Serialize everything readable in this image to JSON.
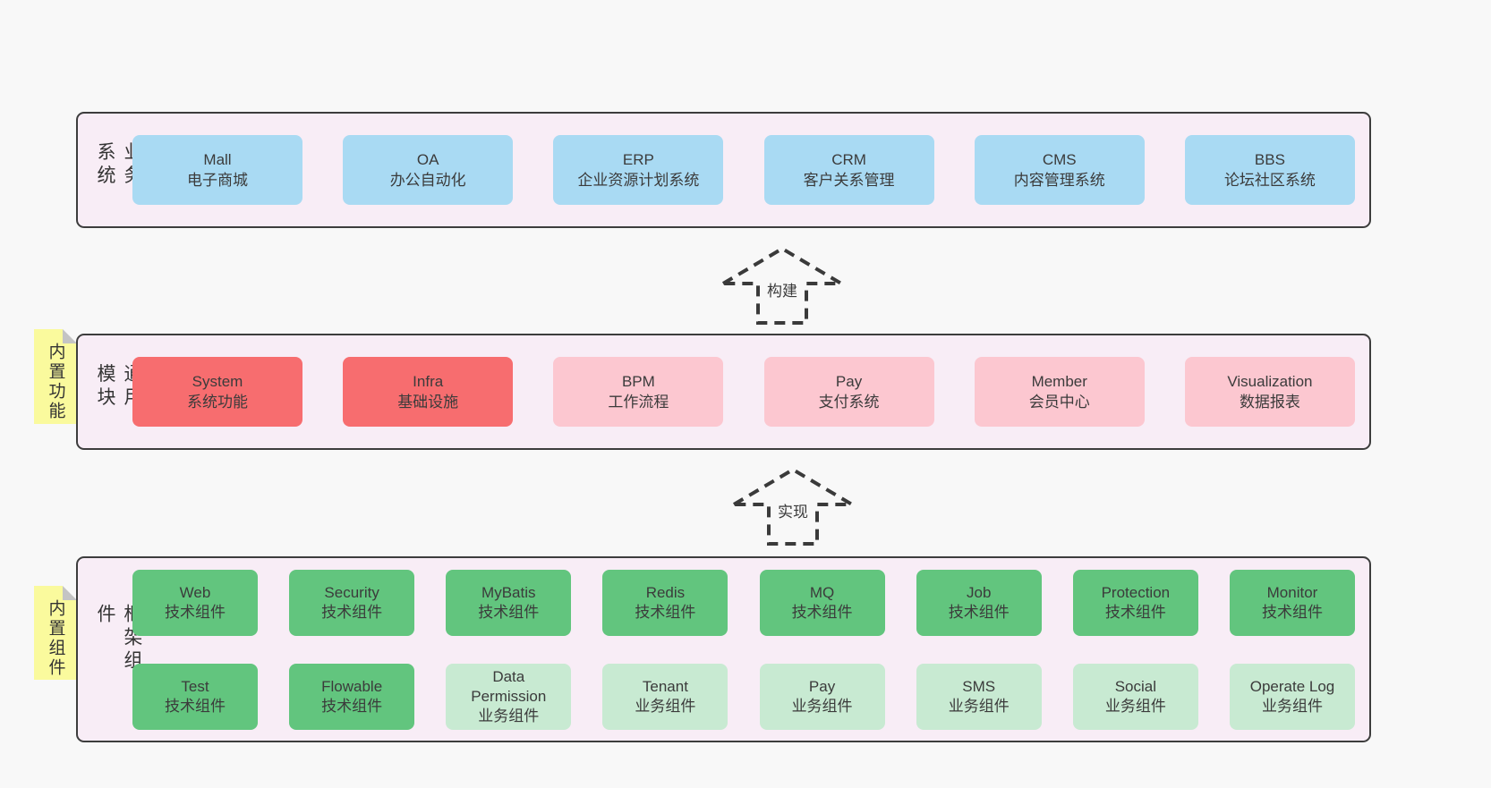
{
  "colors": {
    "page-bg": "#f8f8f8",
    "band-bg": "#f8edf6",
    "band-border": "#3d3d3d",
    "text": "#3b3b3b",
    "blue": "#a9daf3",
    "red": "#f76d6f",
    "pink": "#fcc7d0",
    "green": "#62c57e",
    "light-green": "#c8ead2",
    "yellow": "#fafa9d",
    "fold": "#c4c4c4",
    "arrow": "#3a3a3a"
  },
  "arrows": [
    {
      "label": "构建"
    },
    {
      "label": "实现"
    }
  ],
  "layers": [
    {
      "label": "业务系统",
      "tab": null,
      "rows": [
        [
          {
            "title": "Mall",
            "subtitle": "电子商城",
            "variant": "blue"
          },
          {
            "title": "OA",
            "subtitle": "办公自动化",
            "variant": "blue"
          },
          {
            "title": "ERP",
            "subtitle": "企业资源计划系统",
            "variant": "blue"
          },
          {
            "title": "CRM",
            "subtitle": "客户关系管理",
            "variant": "blue"
          },
          {
            "title": "CMS",
            "subtitle": "内容管理系统",
            "variant": "blue"
          },
          {
            "title": "BBS",
            "subtitle": "论坛社区系统",
            "variant": "blue"
          }
        ]
      ]
    },
    {
      "label": "通用模块",
      "tab": "内置功能",
      "rows": [
        [
          {
            "title": "System",
            "subtitle": "系统功能",
            "variant": "red"
          },
          {
            "title": "Infra",
            "subtitle": "基础设施",
            "variant": "red"
          },
          {
            "title": "BPM",
            "subtitle": "工作流程",
            "variant": "pink"
          },
          {
            "title": "Pay",
            "subtitle": "支付系统",
            "variant": "pink"
          },
          {
            "title": "Member",
            "subtitle": "会员中心",
            "variant": "pink"
          },
          {
            "title": "Visualization",
            "subtitle": "数据报表",
            "variant": "pink"
          }
        ]
      ]
    },
    {
      "label": "框架组件",
      "tab": "内置组件",
      "rows": [
        [
          {
            "title": "Web",
            "subtitle": "技术组件",
            "variant": "green"
          },
          {
            "title": "Security",
            "subtitle": "技术组件",
            "variant": "green"
          },
          {
            "title": "MyBatis",
            "subtitle": "技术组件",
            "variant": "green"
          },
          {
            "title": "Redis",
            "subtitle": "技术组件",
            "variant": "green"
          },
          {
            "title": "MQ",
            "subtitle": "技术组件",
            "variant": "green"
          },
          {
            "title": "Job",
            "subtitle": "技术组件",
            "variant": "green"
          },
          {
            "title": "Protection",
            "subtitle": "技术组件",
            "variant": "green"
          },
          {
            "title": "Monitor",
            "subtitle": "技术组件",
            "variant": "green"
          }
        ],
        [
          {
            "title": "Test",
            "subtitle": "技术组件",
            "variant": "green"
          },
          {
            "title": "Flowable",
            "subtitle": "技术组件",
            "variant": "green"
          },
          {
            "title": "Data Permission",
            "subtitle": "业务组件",
            "variant": "light-green"
          },
          {
            "title": "Tenant",
            "subtitle": "业务组件",
            "variant": "light-green"
          },
          {
            "title": "Pay",
            "subtitle": "业务组件",
            "variant": "light-green"
          },
          {
            "title": "SMS",
            "subtitle": "业务组件",
            "variant": "light-green"
          },
          {
            "title": "Social",
            "subtitle": "业务组件",
            "variant": "light-green"
          },
          {
            "title": "Operate Log",
            "subtitle": "业务组件",
            "variant": "light-green"
          }
        ]
      ]
    }
  ]
}
